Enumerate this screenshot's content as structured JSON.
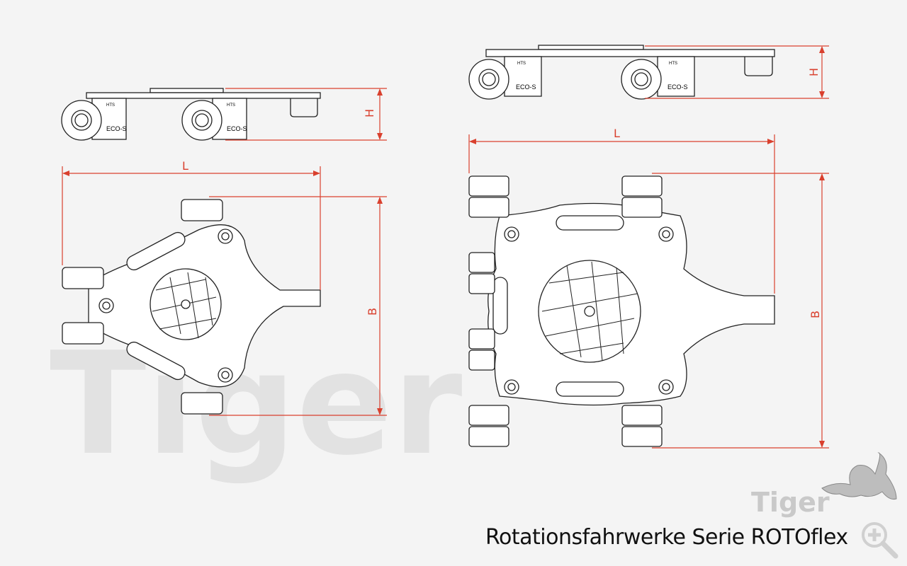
{
  "caption": "Rotationsfahrwerke Serie ROTOflex",
  "logo": {
    "text": "Tiger"
  },
  "watermark": "Tiger",
  "dimensions": {
    "length": "L",
    "width": "B",
    "height": "H"
  },
  "wheel_labels": {
    "model": "HTS",
    "series": "ECO-S"
  },
  "colors": {
    "dimension_lines": "#d9402e",
    "background": "#f4f4f4"
  },
  "icons": {
    "zoom": "zoom-in-icon"
  }
}
